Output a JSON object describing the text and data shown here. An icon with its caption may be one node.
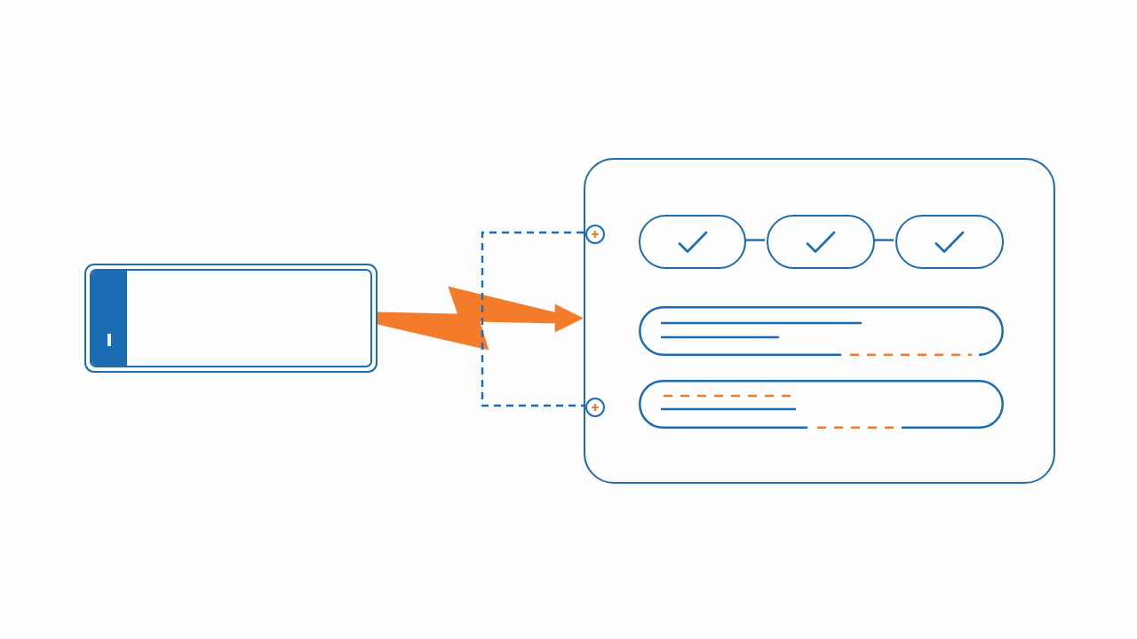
{
  "diagram": {
    "nodes": [
      {
        "text": [
          "I"
        ]
      },
      {
        "text": [],
        "shape": "box"
      },
      {
        "text": [],
        "shape": "pill",
        "in": 1
      },
      {
        "text": [],
        "shape": "pill",
        "in": 1
      },
      {
        "text": [],
        "shape": "pill",
        "in": 1
      },
      {
        "text": [],
        "shape": "pill",
        "in": 1
      },
      {
        "text": [],
        "shape": "pill",
        "in": 1
      },
      {
        "text": [],
        "shape": "circle",
        "in": 1
      },
      {
        "text": [],
        "shape": "circle",
        "in": 1
      }
    ],
    "edges": [
      {
        "from": 0,
        "to": 1,
        "arrow": "to",
        "style": "thick",
        "color": "#f47b2a"
      },
      {
        "from": 2,
        "to": 3,
        "arrow": "none"
      },
      {
        "from": 3,
        "to": 4,
        "arrow": "none"
      },
      {
        "from": 7,
        "to": 8,
        "arrow": "none",
        "style": "dashed"
      }
    ]
  }
}
